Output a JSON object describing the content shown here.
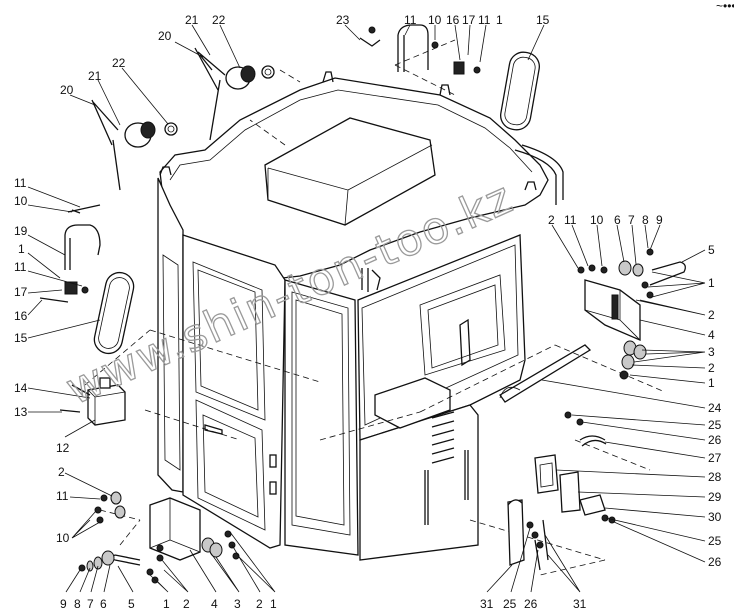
{
  "drawing": {
    "corner_mark": "~•••",
    "watermark": "www.shin-ton-too.kz",
    "callouts": {
      "top_left": [
        "21",
        "22",
        "20",
        "21",
        "22",
        "20"
      ],
      "top_center": [
        "23",
        "11",
        "10",
        "16",
        "17",
        "11",
        "1",
        "15"
      ],
      "left": [
        "11",
        "10",
        "19",
        "1",
        "11",
        "17",
        "16",
        "15",
        "14",
        "13",
        "12"
      ],
      "bottom_left": [
        "2",
        "11",
        "10"
      ],
      "bottom": [
        "9",
        "8",
        "7",
        "6",
        "5",
        "1",
        "2",
        "4",
        "3",
        "2",
        "1",
        "31",
        "25",
        "26",
        "31"
      ],
      "right_top": [
        "2",
        "11",
        "10",
        "6",
        "7",
        "8",
        "9"
      ],
      "right": [
        "5",
        "1",
        "2",
        "4",
        "3",
        "2",
        "1",
        "24",
        "25",
        "26",
        "27",
        "28",
        "29",
        "30",
        "25",
        "26"
      ]
    }
  }
}
